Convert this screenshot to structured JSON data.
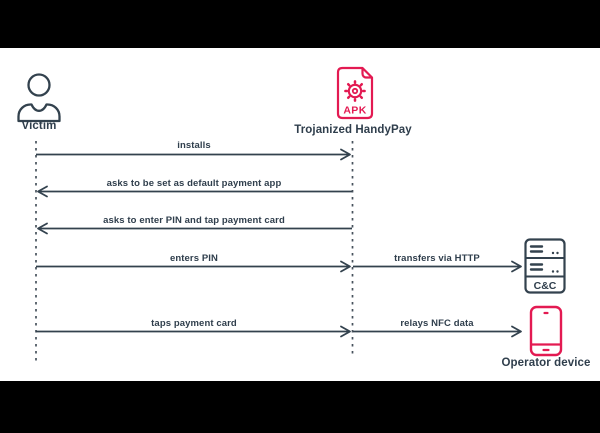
{
  "diagram": {
    "title_hint": "NFC relay malware sequence diagram",
    "colors": {
      "ink": "#2F3E4C",
      "accent_pink": "#E31A52",
      "lifeline": "#47525C",
      "background": "#FFFFFF",
      "frame": "#000000"
    },
    "actors": {
      "victim": {
        "label": "Victim",
        "icon": "person-icon"
      },
      "handypay": {
        "label": "Trojanized HandyPay",
        "icon": "apk-file-icon",
        "file_badge": "APK"
      },
      "cc": {
        "label": "C&C",
        "icon": "server-icon"
      },
      "operator": {
        "label": "Operator device",
        "icon": "smartphone-icon"
      }
    },
    "messages": [
      {
        "label": "installs",
        "from": "Victim",
        "to": "Trojanized HandyPay",
        "direction": "right"
      },
      {
        "label": "asks to be set as default payment app",
        "from": "Trojanized HandyPay",
        "to": "Victim",
        "direction": "left"
      },
      {
        "label": "asks to enter PIN and tap payment card",
        "from": "Trojanized HandyPay",
        "to": "Victim",
        "direction": "left"
      },
      {
        "label": "enters PIN",
        "from": "Victim",
        "to": "Trojanized HandyPay",
        "direction": "right"
      },
      {
        "label": "transfers via HTTP",
        "from": "Trojanized HandyPay",
        "to": "C&C",
        "direction": "right"
      },
      {
        "label": "taps payment card",
        "from": "Victim",
        "to": "Trojanized HandyPay",
        "direction": "right"
      },
      {
        "label": "relays NFC data",
        "from": "Trojanized HandyPay",
        "to": "Operator device",
        "direction": "right"
      }
    ]
  }
}
